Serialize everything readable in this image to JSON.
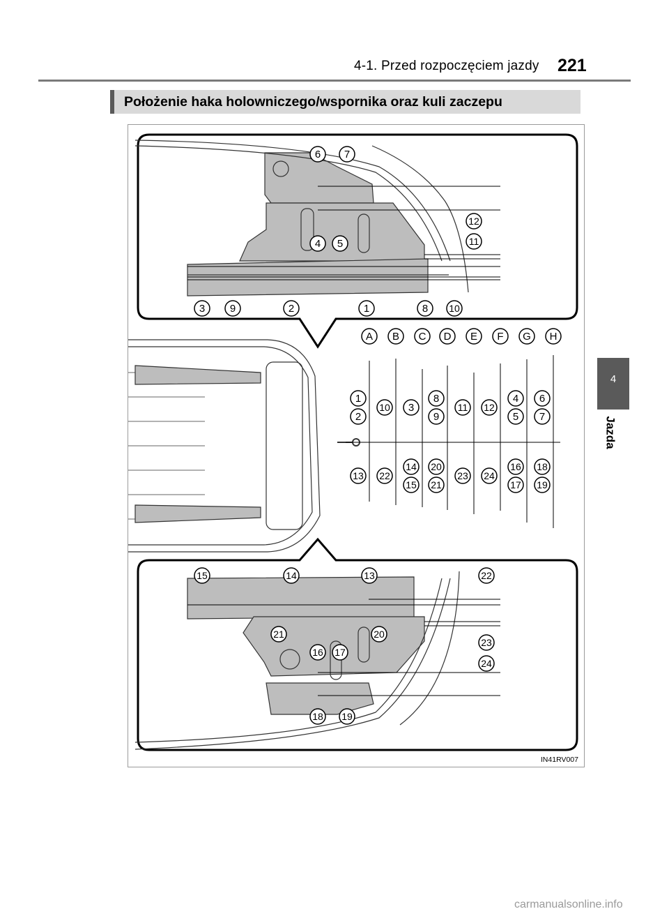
{
  "header": {
    "chapter_title": "4-1. Przed rozpoczęciem jazdy",
    "page_number": "221"
  },
  "section": {
    "title": "Położenie haka holowniczego/wspornika oraz kuli zaczepu"
  },
  "side_tab": {
    "number": "4",
    "label": "Jazda"
  },
  "figure": {
    "code": "IN41RV007",
    "top_callouts": [
      "6",
      "7",
      "12",
      "4",
      "5",
      "11",
      "3",
      "9",
      "2",
      "1",
      "8",
      "10"
    ],
    "column_letters": [
      "A",
      "B",
      "C",
      "D",
      "E",
      "F",
      "G",
      "H"
    ],
    "upper_pairs": [
      [
        "1",
        "2"
      ],
      [
        "10"
      ],
      [
        "3"
      ],
      [
        "8",
        "9"
      ],
      [
        "11"
      ],
      [
        "12"
      ],
      [
        "4",
        "5"
      ],
      [
        "6",
        "7"
      ]
    ],
    "lower_pairs": [
      [
        "13"
      ],
      [
        "22"
      ],
      [
        "14",
        "15"
      ],
      [
        "20",
        "21"
      ],
      [
        "23"
      ],
      [
        "24"
      ],
      [
        "16",
        "17"
      ],
      [
        "18",
        "19"
      ]
    ],
    "bottom_callouts": [
      "15",
      "14",
      "13",
      "22",
      "21",
      "20",
      "23",
      "16",
      "17",
      "24",
      "18",
      "19"
    ]
  },
  "footer": {
    "site": "carmanualsonline.info"
  }
}
